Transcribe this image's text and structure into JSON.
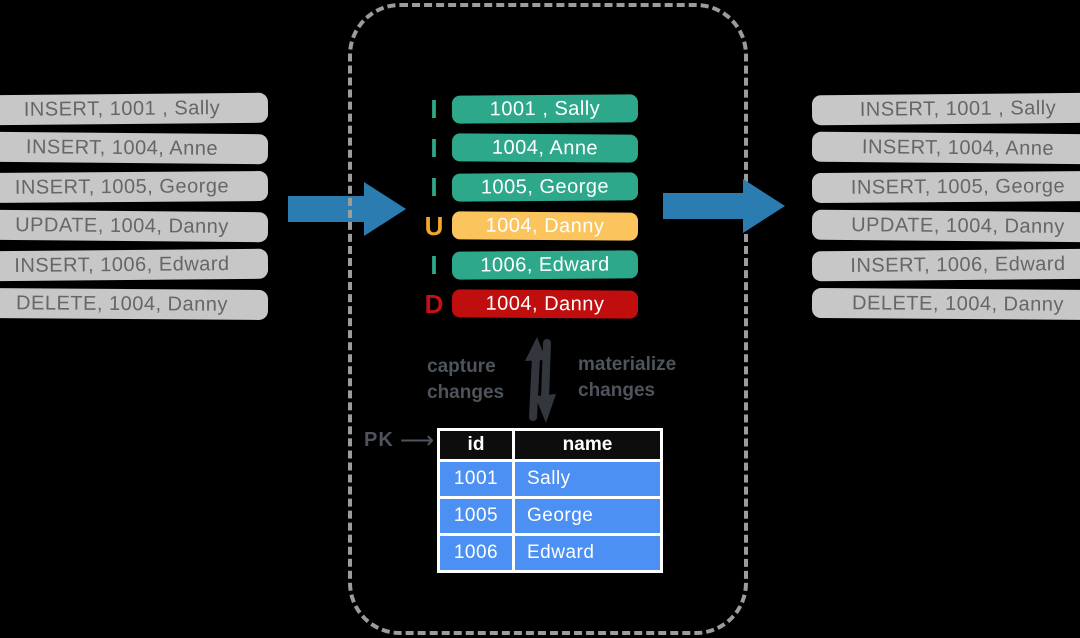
{
  "palette": {
    "bg": "#000000",
    "gray_pill_bg": "#c7c7c7",
    "gray_pill_text": "#666666",
    "teal": "#2ea88b",
    "yellow_pill": "#fbc45c",
    "yellow_letter": "#f4a62a",
    "red": "#c00e0e",
    "red_letter": "#c41212",
    "blue_arrow": "#2b7cb1",
    "label_text": "#4e545c",
    "arrow_dark": "#33373d",
    "table_blue": "#4b90f2",
    "table_header_bg": "#0d0d0d",
    "dash_border": "#9c9c9c"
  },
  "left_log": [
    "INSERT, 1001 , Sally",
    "INSERT, 1004, Anne",
    "INSERT, 1005, George",
    "UPDATE, 1004, Danny",
    "INSERT, 1006, Edward",
    "DELETE, 1004, Danny"
  ],
  "right_log": [
    "INSERT, 1001 , Sally",
    "INSERT, 1004, Anne",
    "INSERT, 1005, George",
    "UPDATE, 1004, Danny",
    "INSERT, 1006, Edward",
    "DELETE, 1004, Danny"
  ],
  "center_events": [
    {
      "op": "I",
      "text": "1001 , Sally"
    },
    {
      "op": "I",
      "text": "1004, Anne"
    },
    {
      "op": "I",
      "text": "1005, George"
    },
    {
      "op": "U",
      "text": "1004, Danny"
    },
    {
      "op": "I",
      "text": "1006, Edward"
    },
    {
      "op": "D",
      "text": "1004, Danny"
    }
  ],
  "labels": {
    "capture_line1": "capture",
    "capture_line2": "changes",
    "materialize_line1": "materialize",
    "materialize_line2": "changes",
    "pk": "PK",
    "pk_arrow_glyph": "⟶"
  },
  "table": {
    "headers": [
      "id",
      "name"
    ],
    "rows": [
      [
        "1001",
        "Sally"
      ],
      [
        "1005",
        "George"
      ],
      [
        "1006",
        "Edward"
      ]
    ]
  },
  "icons": {
    "flow_left": "arrow-right-icon",
    "flow_right": "arrow-right-icon",
    "capture": "arrow-up-icon",
    "materialize": "arrow-down-icon",
    "pk_pointer": "arrow-right-icon"
  }
}
